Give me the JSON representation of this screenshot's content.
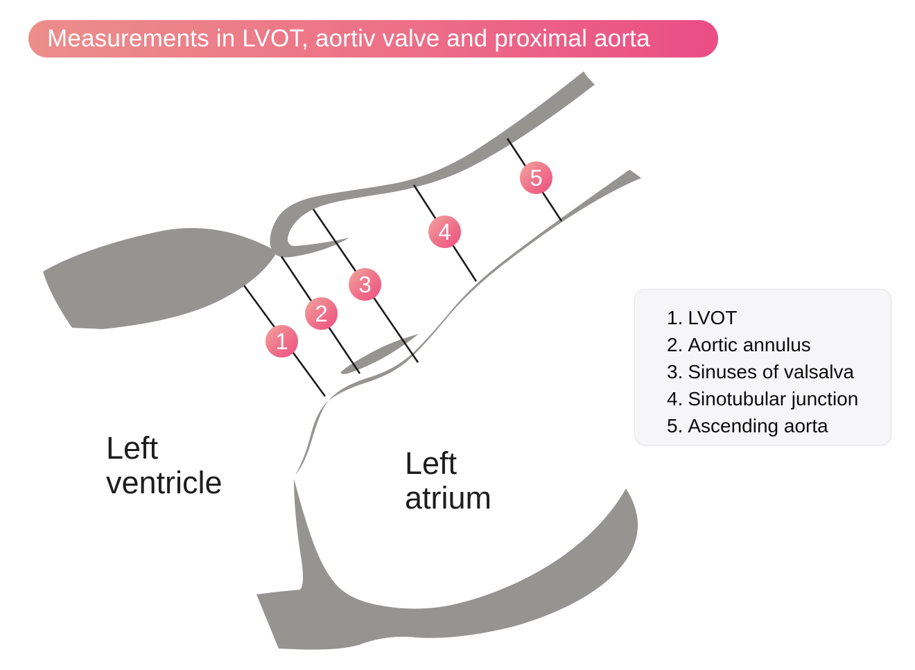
{
  "title": {
    "text": "Measurements in LVOT, aortiv valve and proximal aorta"
  },
  "labels": {
    "left_ventricle_line1": "Left",
    "left_ventricle_line2": "ventricle",
    "left_atrium_line1": "Left",
    "left_atrium_line2": "atrium"
  },
  "markers": [
    {
      "label": "1"
    },
    {
      "label": "2"
    },
    {
      "label": "3"
    },
    {
      "label": "4"
    },
    {
      "label": "5"
    }
  ],
  "legend": {
    "items": [
      {
        "num": "1.",
        "label": "LVOT"
      },
      {
        "num": "2.",
        "label": "Aortic annulus"
      },
      {
        "num": "3.",
        "label": "Sinuses of valsalva"
      },
      {
        "num": "4.",
        "label": "Sinotubular junction"
      },
      {
        "num": "5.",
        "label": "Ascending aorta"
      }
    ]
  },
  "colors": {
    "banner_gradient_start": "#ec8e8a",
    "banner_gradient_end": "#ea4d85",
    "marker_gradient_start": "#f2a79e",
    "marker_gradient_end": "#ee4e80",
    "anatomy_gray": "#969491",
    "measurement_line": "#1b1b1b",
    "legend_background": "#f6f6f8",
    "label_text": "#1d1d1d"
  }
}
